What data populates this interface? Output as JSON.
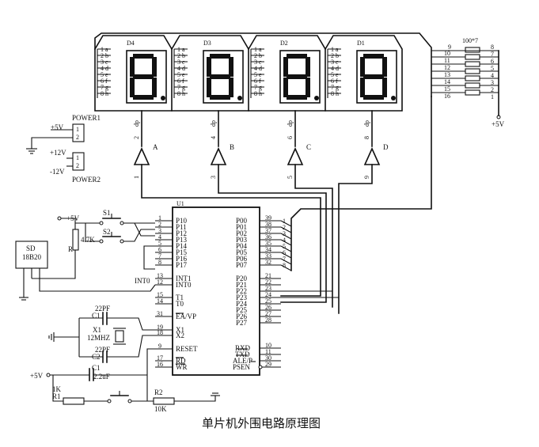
{
  "caption": "单片机外围电路原理图",
  "displays": [
    {
      "ref": "D4",
      "dp_pin": "2",
      "buffer": "A",
      "in_pin": "1"
    },
    {
      "ref": "D3",
      "dp_pin": "4",
      "buffer": "B",
      "in_pin": "3"
    },
    {
      "ref": "D2",
      "dp_pin": "6",
      "buffer": "C",
      "in_pin": "5"
    },
    {
      "ref": "D1",
      "dp_pin": "8",
      "buffer": "D",
      "in_pin": "9"
    }
  ],
  "segment_letters": [
    "a",
    "b",
    "c",
    "d",
    "e",
    "f",
    "g",
    "h"
  ],
  "segment_numbers": [
    "1",
    "2",
    "3",
    "4",
    "5",
    "6",
    "7",
    "8"
  ],
  "dp_label": "dp",
  "resistor_pack": {
    "label": "100*7",
    "top_left": "9",
    "top_right": "8",
    "left_pins": [
      "10",
      "11",
      "12",
      "13",
      "14",
      "15",
      "16"
    ],
    "right_pins": [
      "7",
      "6",
      "5",
      "4",
      "3",
      "2",
      "1"
    ],
    "supply": "+5V"
  },
  "power": {
    "p1_name": "POWER1",
    "p1_supply": "+5V",
    "p2_name": "POWER2",
    "p2_supply1": "+12V",
    "p2_supply2": "-12V",
    "pins": [
      "1",
      "2"
    ]
  },
  "mcu": {
    "ref": "U1",
    "left": [
      {
        "pin": "1",
        "name": "P10"
      },
      {
        "pin": "2",
        "name": "P11"
      },
      {
        "pin": "3",
        "name": "P12"
      },
      {
        "pin": "4",
        "name": "P13"
      },
      {
        "pin": "5",
        "name": "P14"
      },
      {
        "pin": "6",
        "name": "P15"
      },
      {
        "pin": "7",
        "name": "P16"
      },
      {
        "pin": "8",
        "name": "P17"
      },
      {
        "pin": "13",
        "name": "INT1"
      },
      {
        "pin": "12",
        "name": "INT0"
      },
      {
        "pin": "15",
        "name": "T1"
      },
      {
        "pin": "14",
        "name": "T0"
      },
      {
        "pin": "31",
        "name": "EA/VP"
      },
      {
        "pin": "19",
        "name": "X1"
      },
      {
        "pin": "18",
        "name": "X2"
      },
      {
        "pin": "9",
        "name": "RESET"
      },
      {
        "pin": "17",
        "name": "RD"
      },
      {
        "pin": "16",
        "name": "WR"
      }
    ],
    "right": [
      {
        "pin": "39",
        "name": "P00"
      },
      {
        "pin": "38",
        "name": "P01"
      },
      {
        "pin": "37",
        "name": "P02"
      },
      {
        "pin": "36",
        "name": "P03"
      },
      {
        "pin": "35",
        "name": "P04"
      },
      {
        "pin": "34",
        "name": "P05"
      },
      {
        "pin": "33",
        "name": "P06"
      },
      {
        "pin": "32",
        "name": "P07"
      },
      {
        "pin": "21",
        "name": "P20"
      },
      {
        "pin": "22",
        "name": "P21"
      },
      {
        "pin": "23",
        "name": "P22"
      },
      {
        "pin": "24",
        "name": "P23"
      },
      {
        "pin": "25",
        "name": "P24"
      },
      {
        "pin": "26",
        "name": "P25"
      },
      {
        "pin": "27",
        "name": "P26"
      },
      {
        "pin": "28",
        "name": "P27"
      },
      {
        "pin": "10",
        "name": "RXD"
      },
      {
        "pin": "11",
        "name": "TXD"
      },
      {
        "pin": "30",
        "name": "ALE/P"
      },
      {
        "pin": "29",
        "name": "PSEN"
      }
    ]
  },
  "bus_numbers": [
    "1",
    "2",
    "3",
    "4",
    "5",
    "6",
    "7",
    "8"
  ],
  "sensor": {
    "label1": "SD",
    "label2": "18B20"
  },
  "switches": {
    "s1": "S1",
    "s2": "S2"
  },
  "pullup": {
    "supply": "+5V",
    "value": "4.7K",
    "ref": "R"
  },
  "int0_label": "INT0",
  "crystal": {
    "c1_value": "22PF",
    "c1_ref": "C1",
    "c2_value": "22PF",
    "c2_ref": "C2",
    "x_ref": "X1",
    "x_value": "12MHZ"
  },
  "reset": {
    "c_ref": "C1",
    "c_value": "2.2uF",
    "supply": "+5V",
    "r1_value": "1K",
    "r1_ref": "R1",
    "r2_ref": "R2",
    "r2_value": "10K"
  }
}
